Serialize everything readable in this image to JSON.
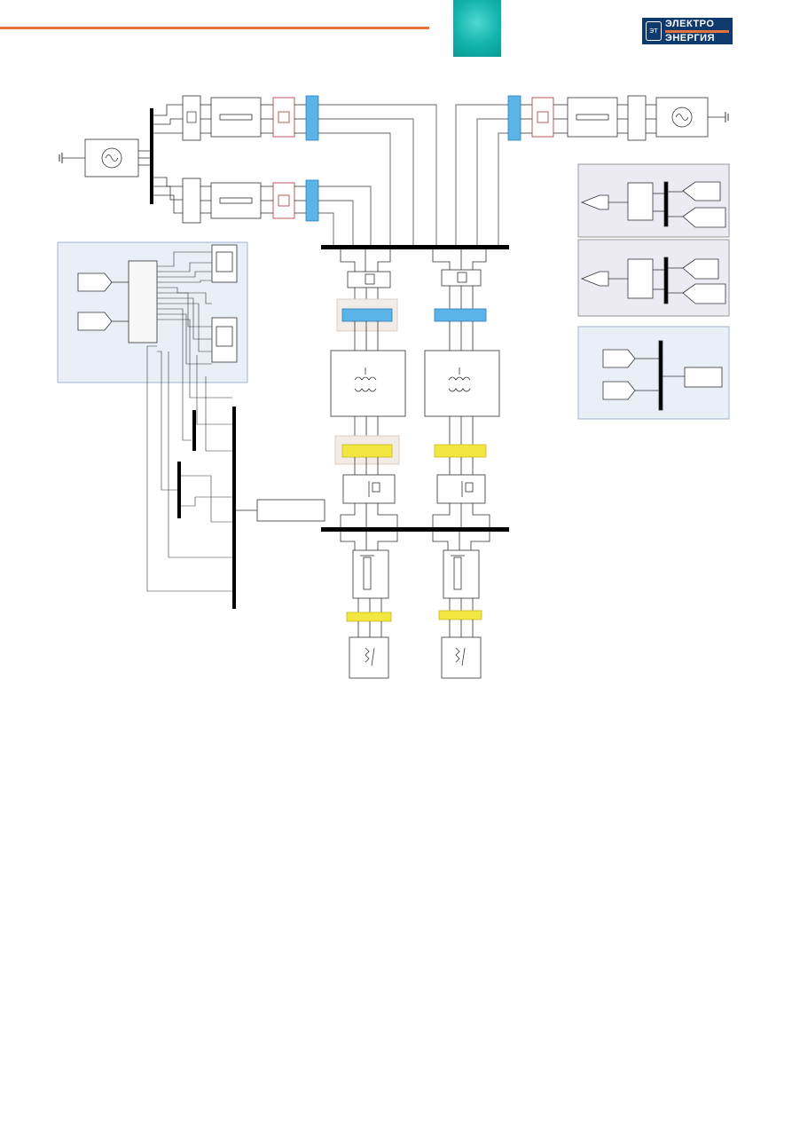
{
  "header": {
    "accent_color": "#e8743b",
    "teal_color": "#12b3ad"
  },
  "logo": {
    "mark": "ЭТ",
    "line1": "ЭЛЕКТРО",
    "line2": "ЭНЕРГИЯ",
    "background": "#0e3a6e"
  },
  "diagram": {
    "colors": {
      "blue_block": "#5ab4e8",
      "yellow_block": "#f2e640",
      "red_block": "#b03030",
      "panel_fill": "#e9eef7",
      "panel_fill_purple": "#ecebf3",
      "bus": "#000000"
    },
    "icons": [
      "ac-source-icon",
      "transformer-icon",
      "breaker-icon",
      "resistor-icon",
      "motor-load-icon",
      "scope-icon"
    ]
  }
}
